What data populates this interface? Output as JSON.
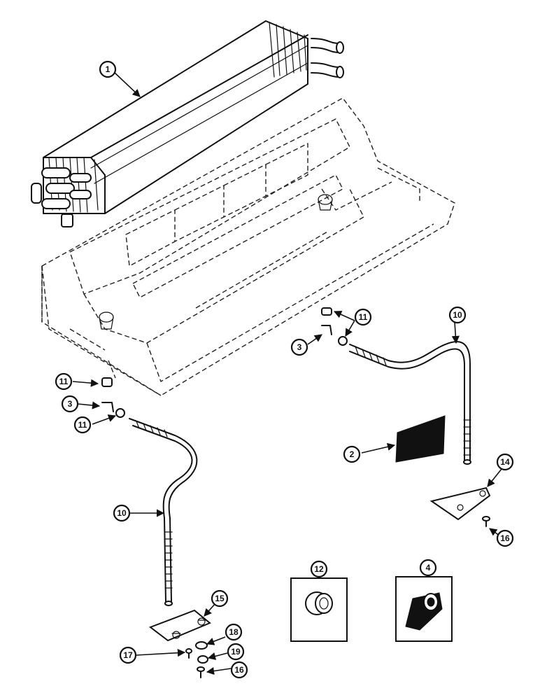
{
  "callouts": {
    "c1": "1",
    "c2": "2",
    "c3a": "3",
    "c3b": "3",
    "c4": "4",
    "c10a": "10",
    "c10b": "10",
    "c11a": "11",
    "c11b": "11",
    "c11c": "11",
    "c12": "12",
    "c14": "14",
    "c15": "15",
    "c16a": "16",
    "c16b": "16",
    "c17": "17",
    "c18": "18",
    "c19": "19"
  }
}
